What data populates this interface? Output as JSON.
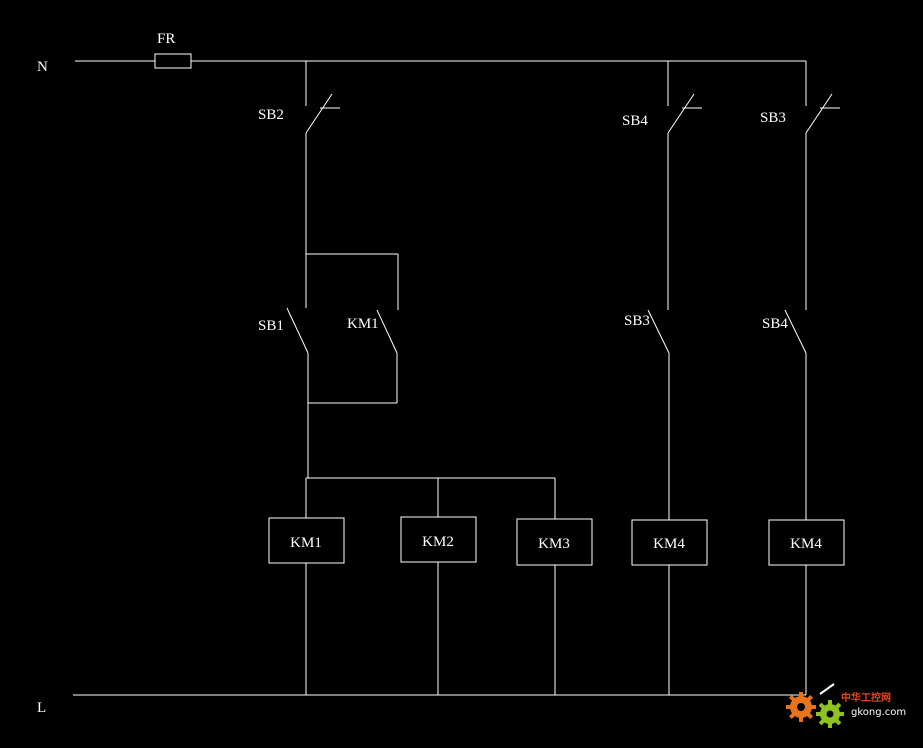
{
  "diagram": {
    "rails": {
      "top": "N",
      "bottom": "L"
    },
    "fuse": {
      "label": "FR"
    },
    "contacts": {
      "sb2": "SB2",
      "sb4_top": "SB4",
      "sb3_top": "SB3",
      "sb1": "SB1",
      "km1_aux": "KM1",
      "sb3_bottom": "SB3",
      "sb4_bottom": "SB4"
    },
    "coils": [
      "KM1",
      "KM2",
      "KM3",
      "KM4",
      "KM4"
    ]
  },
  "watermark": {
    "text_cn": "中华工控网",
    "text_en": "gkong.com"
  },
  "colors": {
    "background": "#000000",
    "lines": "#ffffff",
    "watermark_accent": "#e8461b",
    "watermark_gear_orange": "#e8731b",
    "watermark_gear_green": "#8dc21f"
  }
}
